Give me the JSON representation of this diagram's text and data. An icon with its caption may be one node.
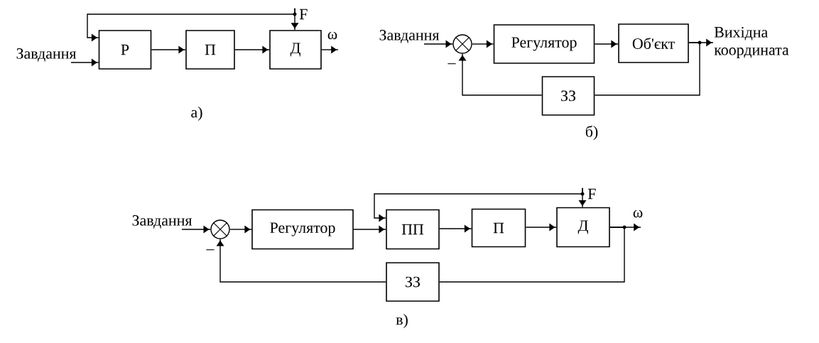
{
  "diagram": {
    "nodes": [
      {
        "text": [
          "Завдання"
        ]
      },
      {
        "text": [
          "F"
        ]
      },
      {
        "text": [
          "Р"
        ]
      },
      {
        "text": [
          "П"
        ]
      },
      {
        "text": [
          "Д"
        ]
      },
      {
        "text": [
          "ω"
        ]
      },
      {
        "text": [
          "Завдання"
        ]
      },
      {
        "text": [],
        "shape": "circle"
      },
      {
        "text": [
          "Регулятор"
        ]
      },
      {
        "text": [
          "Об'єкт"
        ]
      },
      {
        "text": [
          "Вихідна координата"
        ]
      },
      {
        "text": [
          "ЗЗ"
        ]
      },
      {
        "text": [
          "Завдання"
        ]
      },
      {
        "text": [
          "F"
        ]
      },
      {
        "text": [],
        "shape": "circle"
      },
      {
        "text": [
          "Регулятор"
        ]
      },
      {
        "text": [
          "ПП"
        ]
      },
      {
        "text": [
          "П"
        ]
      },
      {
        "text": [
          "Д"
        ]
      },
      {
        "text": [
          "ω"
        ]
      },
      {
        "text": [
          "ЗЗ"
        ]
      }
    ],
    "edges": [
      {
        "from": 0,
        "to": 2,
        "arrow": "to"
      },
      {
        "from": 1,
        "to": 4,
        "arrow": "to"
      },
      {
        "from": 1,
        "to": 2,
        "arrow": "to"
      },
      {
        "from": 2,
        "to": 3,
        "arrow": "to"
      },
      {
        "from": 3,
        "to": 4,
        "arrow": "to"
      },
      {
        "from": 4,
        "to": 5,
        "arrow": "to"
      },
      {
        "from": 6,
        "to": 7,
        "arrow": "to"
      },
      {
        "from": 7,
        "to": 8,
        "arrow": "to"
      },
      {
        "from": 8,
        "to": 9,
        "arrow": "to"
      },
      {
        "from": 9,
        "to": 10,
        "arrow": "to"
      },
      {
        "from": 9,
        "to": 11,
        "arrow": "none"
      },
      {
        "from": 11,
        "to": 7,
        "arrow": "to"
      },
      {
        "from": 12,
        "to": 14,
        "arrow": "to"
      },
      {
        "from": 14,
        "to": 15,
        "arrow": "to"
      },
      {
        "from": 15,
        "to": 16,
        "arrow": "to"
      },
      {
        "from": 13,
        "to": 18,
        "arrow": "to"
      },
      {
        "from": 13,
        "to": 16,
        "arrow": "to"
      },
      {
        "from": 16,
        "to": 17,
        "arrow": "to"
      },
      {
        "from": 17,
        "to": 18,
        "arrow": "to"
      },
      {
        "from": 18,
        "to": 19,
        "arrow": "to"
      },
      {
        "from": 18,
        "to": 20,
        "arrow": "none"
      },
      {
        "from": 20,
        "to": 14,
        "arrow": "to"
      }
    ],
    "labels": [
      "а)",
      "–",
      "б)",
      "–",
      "в)"
    ]
  }
}
